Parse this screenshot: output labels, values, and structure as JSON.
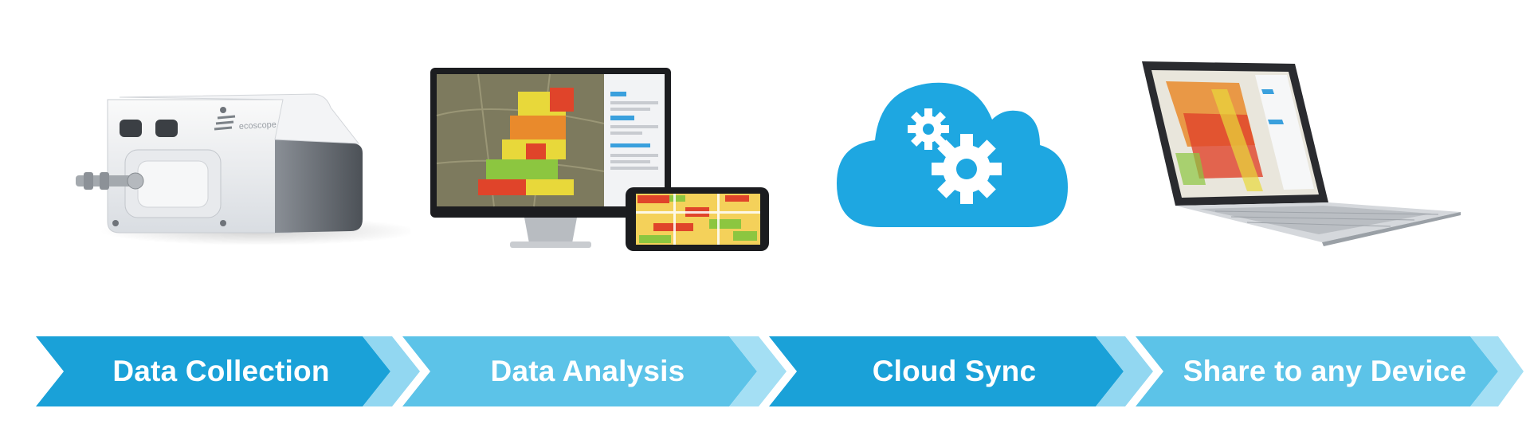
{
  "steps": [
    {
      "label": "Data Collection",
      "color": "#1aa1d8"
    },
    {
      "label": "Data Analysis",
      "color": "#5cc3e8"
    },
    {
      "label": "Cloud Sync",
      "color": "#1aa1d8"
    },
    {
      "label": "Share to any Device",
      "color": "#5cc3e8"
    }
  ],
  "colors": {
    "accent_dark": "#1aa1d8",
    "accent_light": "#5cc3e8",
    "cloud": "#1ea7e1",
    "heatmap_red": "#e0442a",
    "heatmap_yellow": "#e8d83a",
    "heatmap_green": "#8cc640"
  },
  "illustrations": [
    {
      "icon": "sensor-device-icon"
    },
    {
      "icon": "monitor-with-phone-icon"
    },
    {
      "icon": "cloud-gears-icon"
    },
    {
      "icon": "laptop-icon"
    }
  ]
}
